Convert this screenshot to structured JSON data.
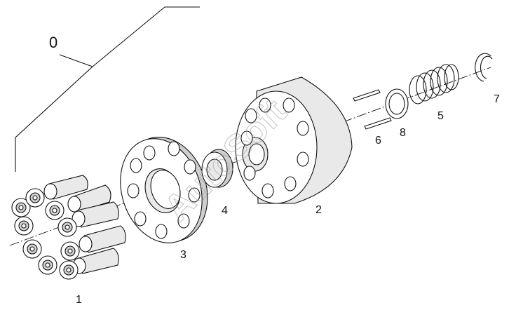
{
  "labels": {
    "group": "0",
    "pistons": "1",
    "cylinder_block": "2",
    "swash_plate": "3",
    "ball_guide": "4",
    "spring": "5",
    "pin": "6",
    "snap_ring": "7",
    "washer": "8"
  },
  "watermark": "AutoSoft"
}
